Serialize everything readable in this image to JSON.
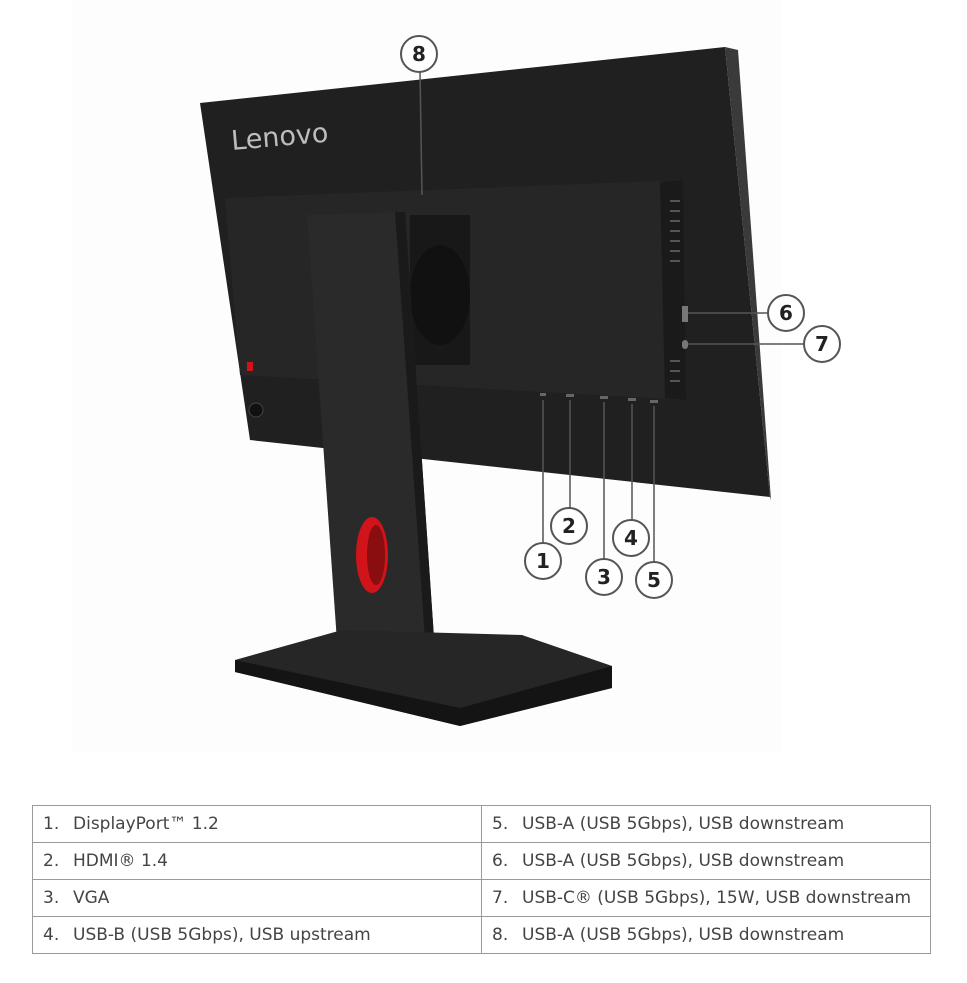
{
  "illustration": {
    "brand_logo": "Lenovo",
    "callouts": [
      "1",
      "2",
      "3",
      "4",
      "5",
      "6",
      "7",
      "8"
    ]
  },
  "ports_table": {
    "rows": [
      [
        {
          "num": "1.",
          "label": "DisplayPort™ 1.2"
        },
        {
          "num": "5.",
          "label": "USB-A (USB 5Gbps), USB downstream"
        }
      ],
      [
        {
          "num": "2.",
          "label": "HDMI® 1.4"
        },
        {
          "num": "6.",
          "label": "USB-A (USB 5Gbps), USB downstream"
        }
      ],
      [
        {
          "num": "3.",
          "label": "VGA"
        },
        {
          "num": "7.",
          "label": "USB-C® (USB 5Gbps), 15W, USB downstream"
        }
      ],
      [
        {
          "num": "4.",
          "label": "USB-B (USB 5Gbps), USB upstream"
        },
        {
          "num": "8.",
          "label": "USB-A (USB 5Gbps), USB downstream"
        }
      ]
    ]
  },
  "colors": {
    "accent_red": "#d0141a",
    "monitor_body": "#1e1e1e"
  }
}
